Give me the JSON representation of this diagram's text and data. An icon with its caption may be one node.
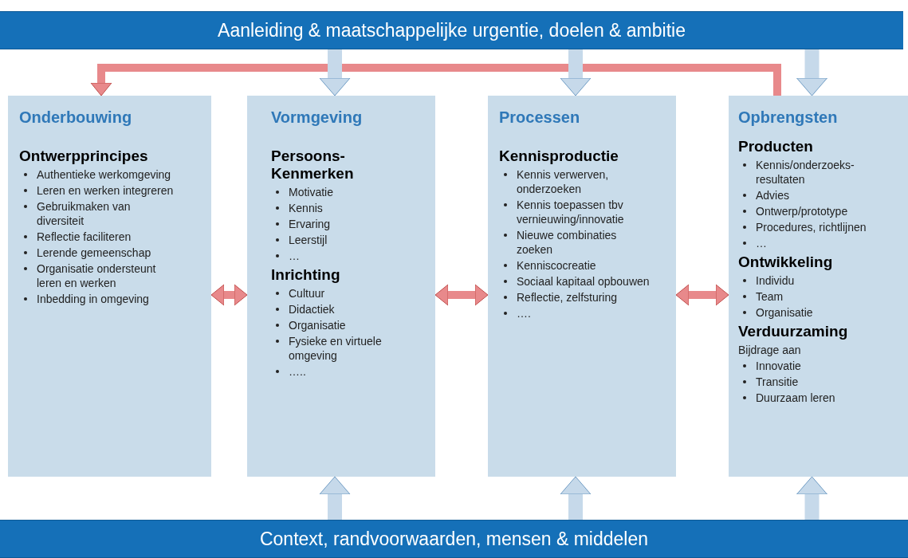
{
  "diagram": {
    "nodes": [
      {
        "text": [
          "Aanleiding & maatschappelijke urgentie, doelen & ambitie"
        ]
      },
      {
        "text": [
          "Onderbouwing",
          "Ontwerpprincipes",
          "Authentieke werkomgeving",
          "Leren en werken integreren",
          "Gebruikmaken van diversiteit",
          "Reflectie faciliteren",
          "Lerende gemeenschap",
          "Organisatie ondersteunt leren en werken",
          "Inbedding in omgeving"
        ]
      },
      {
        "text": [
          "Vormgeving",
          "Persoons- Kenmerken",
          "Motivatie",
          "Kennis",
          "Ervaring",
          "Leerstijl",
          "…",
          "Inrichting",
          "Cultuur",
          "Didactiek",
          "Organisatie",
          "Fysieke en virtuele omgeving",
          "….."
        ]
      },
      {
        "text": [
          "Processen",
          "Kennisproductie",
          "Kennis verwerven, onderzoeken",
          "Kennis toepassen tbv vernieuwing/innovatie",
          "Nieuwe combinaties zoeken",
          "Kenniscocreatie",
          "Sociaal kapitaal opbouwen",
          "Reflectie, zelfsturing",
          "…."
        ]
      },
      {
        "text": [
          "Opbrengsten",
          "Producten",
          "Kennis/onderzoeks-resultaten",
          "Advies",
          "Ontwerp/prototype",
          "Procedures, richtlijnen",
          "…",
          "Ontwikkeling",
          "Individu",
          "Team",
          "Organisatie",
          "Verduurzaming",
          "Bijdrage aan",
          "Innovatie",
          "Transitie",
          "Duurzaam leren"
        ]
      },
      {
        "text": [
          "Context, randvoorwaarden, mensen & middelen"
        ]
      }
    ],
    "edges": [
      {
        "from": 0,
        "to": 2,
        "arrow": "to"
      },
      {
        "from": 0,
        "to": 3,
        "arrow": "to"
      },
      {
        "from": 0,
        "to": 4,
        "arrow": "to"
      },
      {
        "from": 5,
        "to": 2,
        "arrow": "to"
      },
      {
        "from": 5,
        "to": 3,
        "arrow": "to"
      },
      {
        "from": 5,
        "to": 4,
        "arrow": "to"
      },
      {
        "from": 1,
        "to": 2,
        "arrow": "both",
        "color": "#e8898b"
      },
      {
        "from": 2,
        "to": 3,
        "arrow": "both",
        "color": "#e8898b"
      },
      {
        "from": 3,
        "to": 4,
        "arrow": "both",
        "color": "#e8898b"
      },
      {
        "from": 4,
        "to": 1,
        "arrow": "to",
        "color": "#e8898b"
      }
    ]
  }
}
